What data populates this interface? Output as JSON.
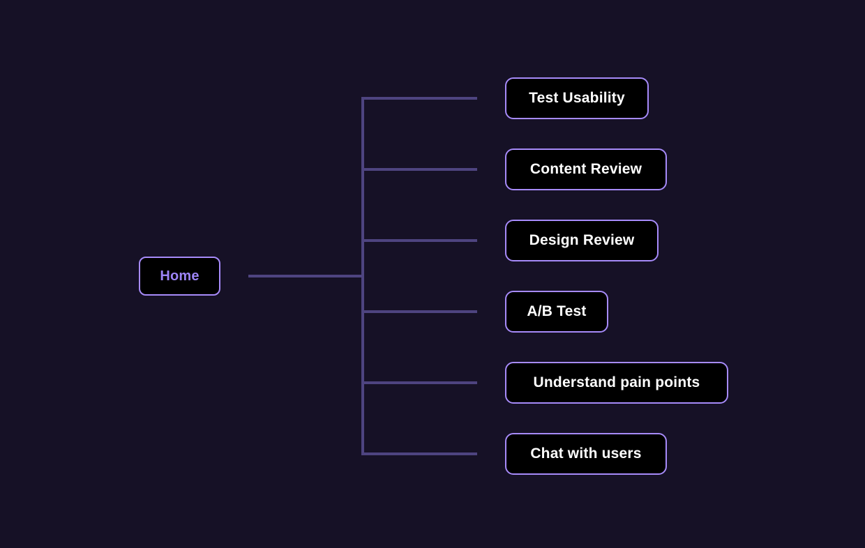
{
  "app": {
    "background_color": "#161126"
  },
  "mindmap": {
    "connector_color": "#4e4480",
    "node_border_color": "#a78bfa",
    "node_background_color": "#000000",
    "root": {
      "label": "Home",
      "text_color": "#9d84f6"
    },
    "child_text_color": "#ffffff",
    "children": [
      {
        "label": "Test Usability"
      },
      {
        "label": "Content Review"
      },
      {
        "label": "Design Review"
      },
      {
        "label": "A/B Test"
      },
      {
        "label": "Understand pain points"
      },
      {
        "label": "Chat with users"
      }
    ]
  }
}
